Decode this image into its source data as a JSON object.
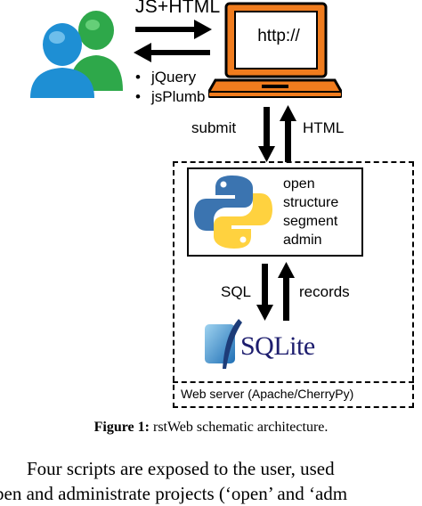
{
  "client": {
    "channel_label": "JS+HTML",
    "libraries": [
      "jQuery",
      "jsPlumb"
    ]
  },
  "browser": {
    "address_text": "http://"
  },
  "http": {
    "request_label": "submit",
    "response_label": "HTML"
  },
  "server": {
    "label": "Web server (Apache/CherryPy)",
    "scripts": [
      "open",
      "structure",
      "segment",
      "admin"
    ]
  },
  "database": {
    "query_label": "SQL",
    "result_label": "records",
    "logo_text": "SQLite"
  },
  "caption": {
    "prefix": "Figure 1:",
    "text": " rstWeb schematic architecture."
  },
  "body_text": {
    "line1": "Four scripts are exposed to the user, used",
    "line2": "pen and administrate projects (‘open’ and ‘adm"
  },
  "colors": {
    "laptop_orange": "#f07c1e",
    "user_blue": "#1e90d6",
    "user_green": "#3cb93c",
    "python_blue": "#3b74b0",
    "python_yellow": "#ffd23f",
    "sqlite_blue": "#1d1d6e"
  }
}
